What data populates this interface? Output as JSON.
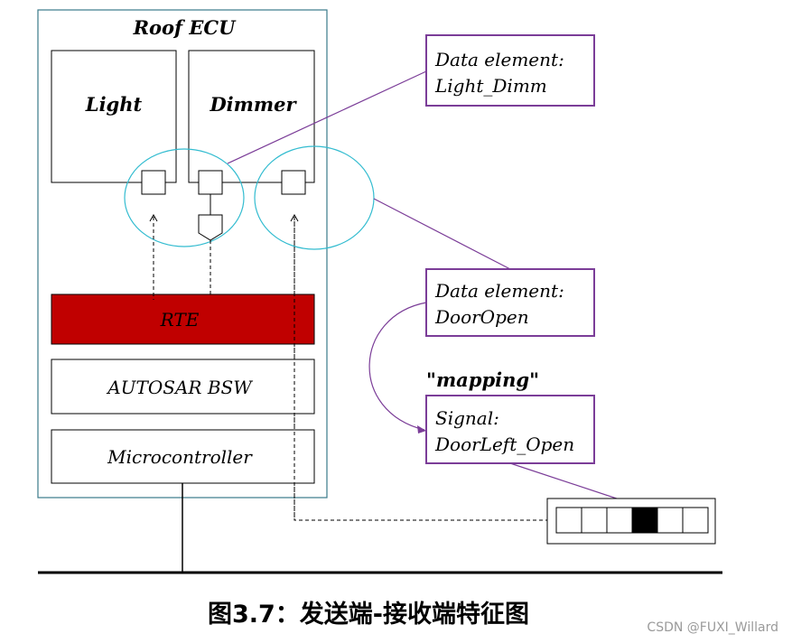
{
  "ecu_title": "Roof ECU",
  "components": {
    "light": "Light",
    "dimmer": "Dimmer"
  },
  "layers": {
    "rte": "RTE",
    "bsw": "AUTOSAR BSW",
    "mcu": "Microcontroller"
  },
  "annotations": {
    "data_element_1": {
      "line1": "Data element:",
      "line2": "Light_Dimm"
    },
    "data_element_2": {
      "line1": "Data element:",
      "line2": "DoorOpen"
    },
    "mapping_label": "\"mapping\"",
    "signal": {
      "line1": "Signal:",
      "line2": "DoorLeft_Open"
    }
  },
  "signal_frame": {
    "cell_count": 6,
    "filled_index": 3
  },
  "colors": {
    "ecu_border": "#3a7a8a",
    "rte_fill": "#c00000",
    "ellipse": "#33bcd0",
    "annotation": "#7b3d98"
  },
  "caption": "图3.7：发送端-接收端特征图",
  "watermark": "CSDN @FUXI_Willard"
}
